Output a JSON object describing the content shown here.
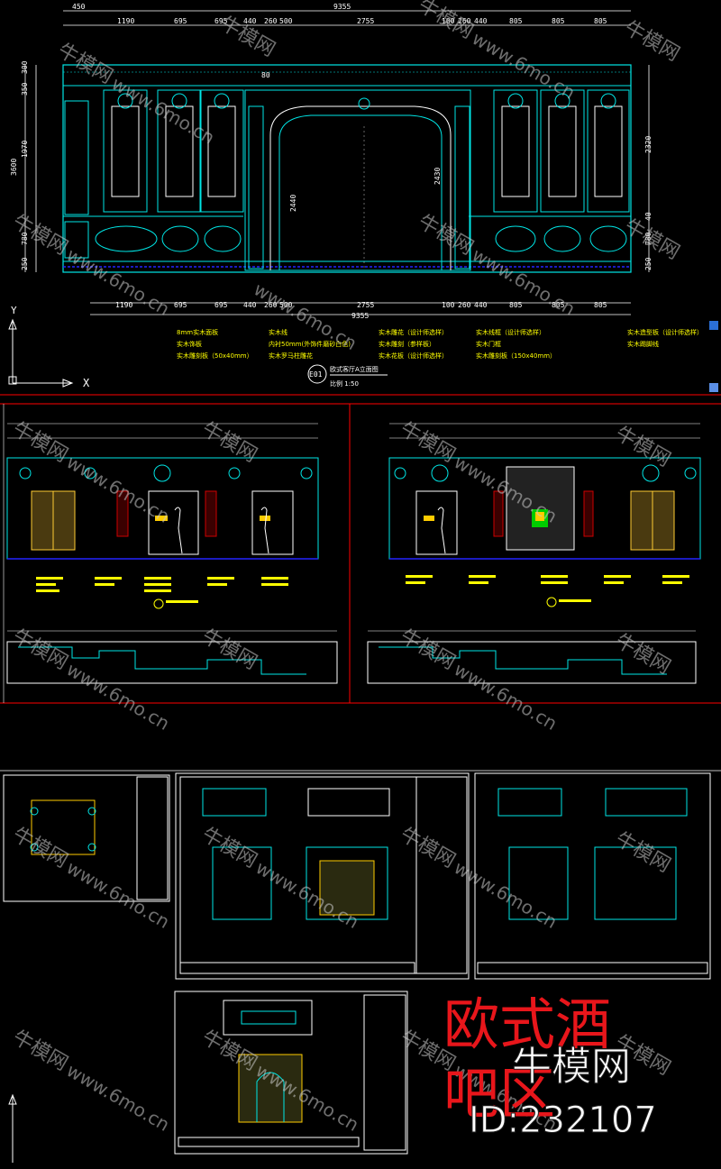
{
  "elevation": {
    "total_width": "9355",
    "top_dims": [
      "450",
      "1190",
      "695",
      "695",
      "440",
      "260",
      "500",
      "2755",
      "100",
      "260",
      "440",
      "805",
      "805",
      "805"
    ],
    "bottom_dims": [
      "1190",
      "695",
      "695",
      "440",
      "260",
      "500",
      "2755",
      "100",
      "260",
      "440",
      "805",
      "805",
      "805"
    ],
    "bottom_total": "9355",
    "left_dims": [
      "300",
      "350",
      "3600",
      "1970",
      "780",
      "250"
    ],
    "right_dims": [
      "2320",
      "40",
      "780",
      "250"
    ],
    "inner_dims": [
      "2440",
      "2430",
      "80"
    ],
    "view_code": "E01",
    "view_title": "欧式客厅A立面图",
    "view_scale": "比例 1:50",
    "material_notes": [
      "8mm实木面板",
      "实木线",
      "实木饰板",
      "内衬50mm(外饰件磨砂白色)",
      "实木雕刻板（50x40mm）",
      "实木罗马柱雕花",
      "实木雕花（设计师选样）",
      "实木雕刻（参样板）",
      "实木花板（设计师选样）",
      "实木线框（设计师选样）",
      "实木门框",
      "实木雕刻板（150x40mm）",
      "实木造型板（设计师选样）",
      "实木踢脚线"
    ]
  },
  "ucs": {
    "x_label": "X",
    "y_label": "Y"
  },
  "watermark": {
    "brand": "牛模网",
    "url": "www.6mo.cn"
  },
  "overlay": {
    "title_line1": "欧式酒",
    "title_line2": "吧区",
    "brand_name": "牛模网",
    "id_label": "ID:232107"
  },
  "colors": {
    "cyan": "#00e6e6",
    "yellow": "#ffff00",
    "red": "#ff0000",
    "white": "#ffffff",
    "blue": "#2424ff",
    "green": "#00cc00",
    "bg": "#000000"
  }
}
